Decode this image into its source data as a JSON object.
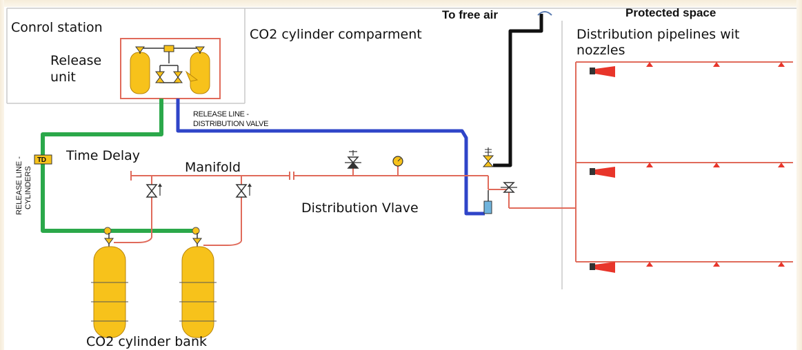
{
  "labels": {
    "control_station": "Conrol station",
    "release_unit_1": "Release",
    "release_unit_2": "unit",
    "co2_compartment": "CO2 cylinder comparment",
    "to_free_air": "To free air",
    "protected_space": "Protected space",
    "distribution_pipelines_1": "Distribution pipelines wit",
    "distribution_pipelines_2": "nozzles",
    "release_line_valve_1": "RELEASE LINE -",
    "release_line_valve_2": "DISTRIBUTION VALVE",
    "time_delay": "Time Delay",
    "td_tag": "TD",
    "manifold": "Manifold",
    "release_line_cyl_1": "RELEASE LINE -",
    "release_line_cyl_2": "CYLINDERS",
    "distribution_valve": "Distribution Vlave",
    "cylinder_bank": "CO2 cylinder bank"
  },
  "colors": {
    "pipe_red": "#e06a5a",
    "pipe_green": "#2ba84a",
    "pipe_blue": "#2f45c8",
    "vent_black": "#111111",
    "cylinder_yellow": "#f7c21b",
    "nozzle_red": "#e8352a",
    "box_border": "#c9c9c9",
    "release_box": "#e06a5a"
  }
}
